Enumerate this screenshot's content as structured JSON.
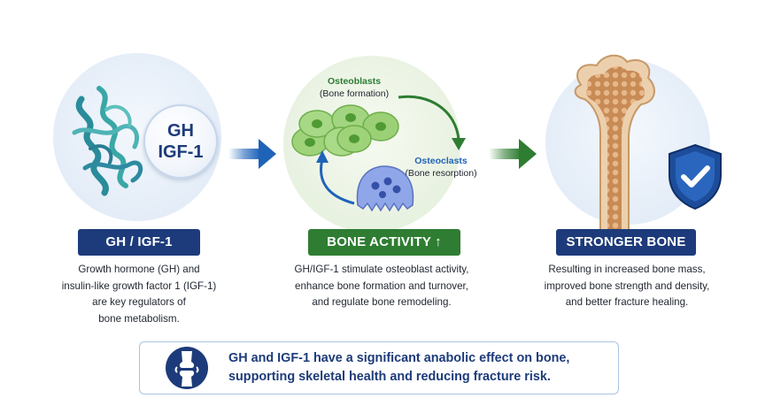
{
  "colors": {
    "navy": "#1d3b7a",
    "green": "#2e7d32",
    "bone": "#e9c9a3",
    "shield": "#1d4d9a"
  },
  "panel_left": {
    "circle_text": [
      "GH",
      "IGF-1"
    ],
    "icon": "protein-ribbon-icon",
    "title": "GH / IGF-1",
    "description": "Growth hormone (GH) and\ninsulin-like growth factor 1 (IGF-1)\nare key regulators of\nbone metabolism."
  },
  "panel_middle": {
    "osteoblasts_label": "Osteoblasts",
    "osteoblasts_sub": "(Bone formation)",
    "osteoclasts_label": "Osteoclasts",
    "osteoclasts_sub": "(Bone resorption)",
    "icons": [
      "osteoblast-cells-icon",
      "osteoclast-cell-icon",
      "cycle-arrow-icon"
    ],
    "title": "BONE ACTIVITY ↑",
    "description": "GH/IGF-1 stimulate osteoblast activity,\nenhance bone formation and turnover,\nand regulate bone remodeling."
  },
  "panel_right": {
    "icons": [
      "bone-icon",
      "shield-check-icon"
    ],
    "title": "STRONGER BONE",
    "description": "Resulting in increased bone mass,\nimproved bone strength and density,\nand better fracture healing."
  },
  "arrows": [
    "blue-arrow-icon",
    "green-arrow-icon"
  ],
  "summary": {
    "icon": "knee-joint-icon",
    "text": "GH and IGF-1 have a significant anabolic effect on bone,\nsupporting skeletal health and reducing fracture risk."
  }
}
